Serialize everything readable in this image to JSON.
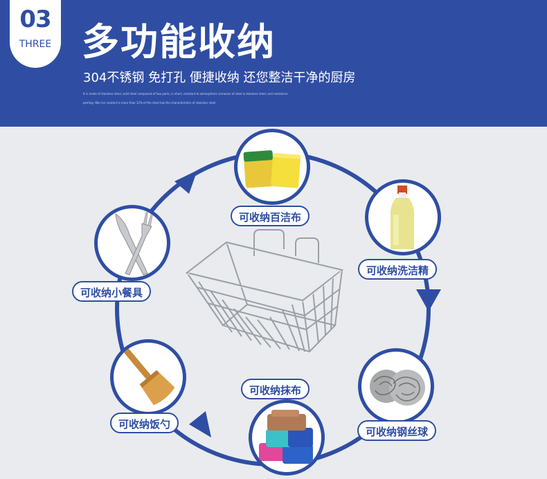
{
  "header": {
    "badge_number": "03",
    "badge_word": "THREE",
    "title": "多功能收纳",
    "subtitle": "304不锈钢 免打孔 便捷收纳 还您整洁干净的厨房",
    "fine_print_1": "It is made of stainless steel, solid steel composed of two parts, in short, resistant to atmospheric corrosion of steel is stainless steel, and resistance",
    "fine_print_2": "peeling. Wor kcr content is more than 12% of the steel has the characteristics of stainless steel"
  },
  "items": [
    {
      "label": "可收纳百洁布",
      "icon": "sponge-icon"
    },
    {
      "label": "可收纳洗洁精",
      "icon": "dish-soap-bottle-icon"
    },
    {
      "label": "可收纳钢丝球",
      "icon": "steel-wool-icon"
    },
    {
      "label": "可收纳抹布",
      "icon": "towel-icon"
    },
    {
      "label": "可收纳饭勺",
      "icon": "spatula-icon"
    },
    {
      "label": "可收纳小餐具",
      "icon": "knife-fork-icon"
    }
  ],
  "center_image": "wire-basket-icon",
  "colors": {
    "brand_blue": "#2f4ea3",
    "background": "#e9ebee",
    "white": "#ffffff"
  }
}
